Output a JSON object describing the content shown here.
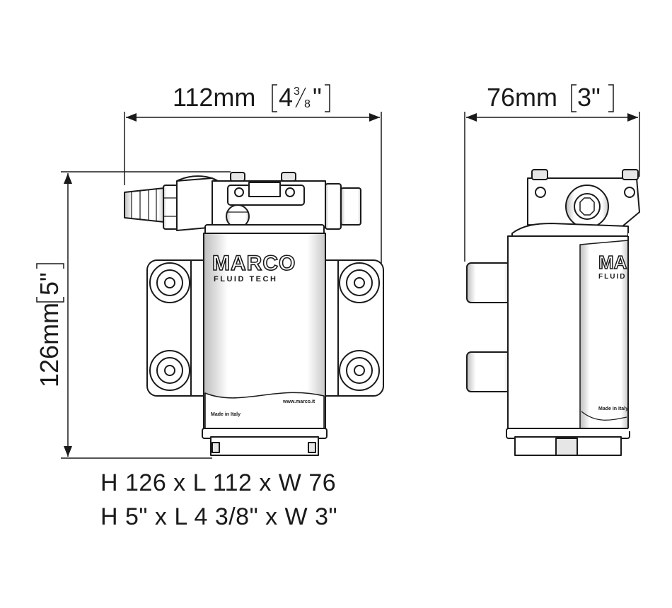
{
  "dimensions": {
    "length": {
      "metric": "112mm",
      "imperial_whole": "4",
      "imperial_num": "3",
      "imperial_den": "8",
      "imperial_unit": "\""
    },
    "width": {
      "metric": "76mm",
      "imperial": "3\""
    },
    "height": {
      "metric": "126mm",
      "imperial": "5\""
    }
  },
  "brand": {
    "name": "MARCO",
    "sub": "FLUID TECH",
    "made_in": "Made in Italy",
    "website": "www.marco.it"
  },
  "summary": {
    "metric": "H 126 x L 112 x W 76",
    "imperial": "H 5\" x L 4 3/8\" x W 3\""
  },
  "colors": {
    "stroke": "#1a1a1a",
    "body_fill": "#ffffff",
    "shade": "#d9d9d9"
  }
}
